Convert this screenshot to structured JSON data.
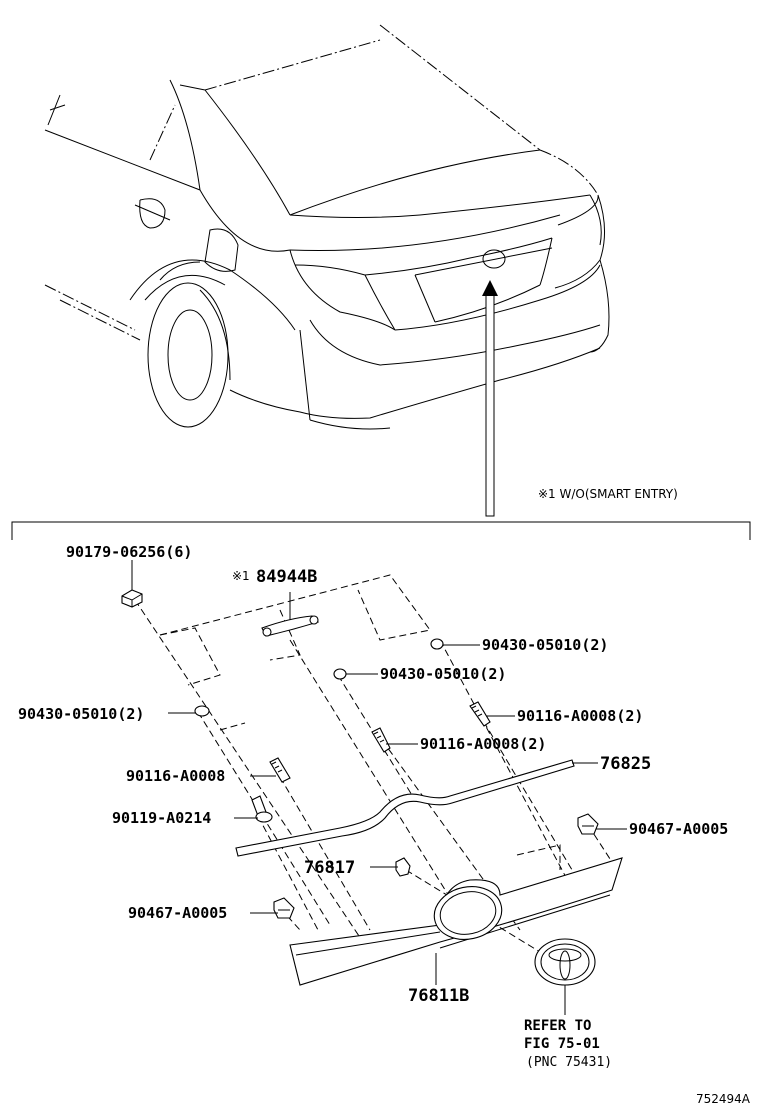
{
  "note": {
    "symbol": "※1",
    "text": "※1 W/O(SMART ENTRY)"
  },
  "labels": {
    "p90179": "90179-06256(6)",
    "p84944B_sym": "※1",
    "p84944B": "84944B",
    "p90430_a": "90430-05010(2)",
    "p90430_b": "90430-05010(2)",
    "p90430_c": "90430-05010(2)",
    "p90116_a": "90116-A0008(2)",
    "p90116_b": "90116-A0008(2)",
    "p90116_c": "90116-A0008",
    "p76825": "76825",
    "p90119": "90119-A0214",
    "p90467_a": "90467-A0005",
    "p90467_b": "90467-A0005",
    "p76817": "76817",
    "p76811B": "76811B"
  },
  "reference": {
    "line1": "REFER TO",
    "line2": "FIG 75-01",
    "line3": "(PNC 75431)"
  },
  "figure_code": "752494A"
}
